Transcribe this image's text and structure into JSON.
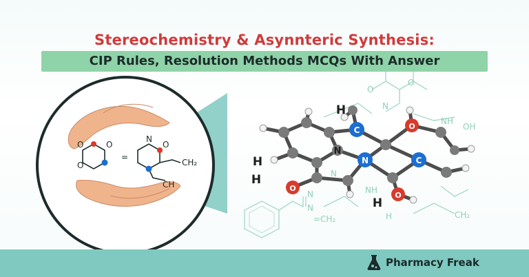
{
  "header": {
    "title": "Stereochemistry & Asynnteric Synthesis:",
    "subtitle": "CIP Rules, Resolution Methods MCQs With Answer"
  },
  "inset_labels": {
    "o1": "O",
    "o2": "O",
    "o3": "O",
    "o4": "O",
    "n": "N",
    "eq": "=",
    "ch2": "CH₂",
    "ch": "CH"
  },
  "molecule_labels": {
    "h_top": "H",
    "h_left": "H",
    "h_left2": "H",
    "h_bottom": "H",
    "n_left": "N",
    "n_center": "N",
    "c_top": "C",
    "c_right": "C",
    "o_top": "O",
    "o_left": "O",
    "o_bottom": "O"
  },
  "background_formula": {
    "o_top": "O",
    "o_top2": "O",
    "n_top": "N",
    "nh": "NH",
    "oh": "OH",
    "n_mid": "N",
    "nh_low": "NH",
    "h_low": "H",
    "n1": "N",
    "n2": "N",
    "ch2_left": "=CH₂",
    "ch2_right": "CH₂"
  },
  "brand": {
    "name": "Pharmacy Freak"
  },
  "colors": {
    "title": "#d23a3a",
    "subtitle_bg": "#8fd3a8",
    "footer": "#7fc9c0",
    "carbon": "#7a7a7a",
    "nitrogen": "#1c6fd1",
    "oxygen": "#d83a2c",
    "hydrogen": "#f2f2f2",
    "skin": "#f0b48c"
  }
}
